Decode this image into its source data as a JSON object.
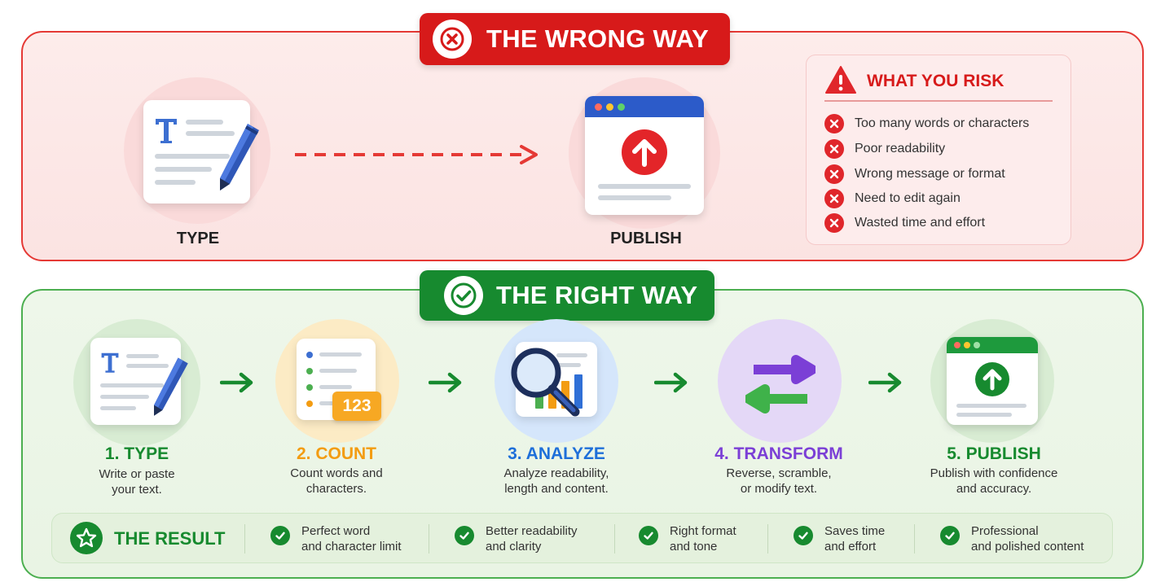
{
  "wrong_way": {
    "banner": "THE WRONG WAY",
    "steps": [
      {
        "label": "TYPE"
      },
      {
        "label": "PUBLISH"
      }
    ],
    "risk": {
      "title": "WHAT YOU RISK",
      "items": [
        "Too many words or characters",
        "Poor readability",
        "Wrong message or format",
        "Need to edit again",
        "Wasted time and effort"
      ]
    }
  },
  "right_way": {
    "banner": "THE RIGHT WAY",
    "steps": [
      {
        "title": "1. TYPE",
        "desc_1": "Write or paste",
        "desc_2": "your text.",
        "color": "#178a2f"
      },
      {
        "title": "2. COUNT",
        "desc_1": "Count words and",
        "desc_2": "characters.",
        "color": "#f39c12",
        "badge": "123"
      },
      {
        "title": "3. ANALYZE",
        "desc_1": "Analyze readability,",
        "desc_2": "length and content.",
        "color": "#1e6fd9"
      },
      {
        "title": "4. TRANSFORM",
        "desc_1": "Reverse, scramble,",
        "desc_2": "or modify text.",
        "color": "#7b3fd6"
      },
      {
        "title": "5. PUBLISH",
        "desc_1": "Publish with confidence",
        "desc_2": "and accuracy.",
        "color": "#178a2f"
      }
    ],
    "result": {
      "title": "THE RESULT",
      "items": [
        {
          "line_1": "Perfect word",
          "line_2": "and character limit"
        },
        {
          "line_1": "Better readability",
          "line_2": "and clarity"
        },
        {
          "line_1": "Right format",
          "line_2": "and tone"
        },
        {
          "line_1": "Saves time",
          "line_2": "and effort"
        },
        {
          "line_1": "Professional",
          "line_2": "and polished content"
        }
      ]
    }
  },
  "colors": {
    "wrong_red": "#d71a1a",
    "right_green": "#178a2f",
    "count_orange": "#f39c12",
    "analyze_blue": "#1e6fd9",
    "transform_purple": "#7b3fd6"
  },
  "icons": {
    "wrong_badge": "x-circle-icon",
    "right_badge": "check-circle-icon",
    "risk_header": "warning-triangle-icon",
    "result_header": "star-icon"
  }
}
